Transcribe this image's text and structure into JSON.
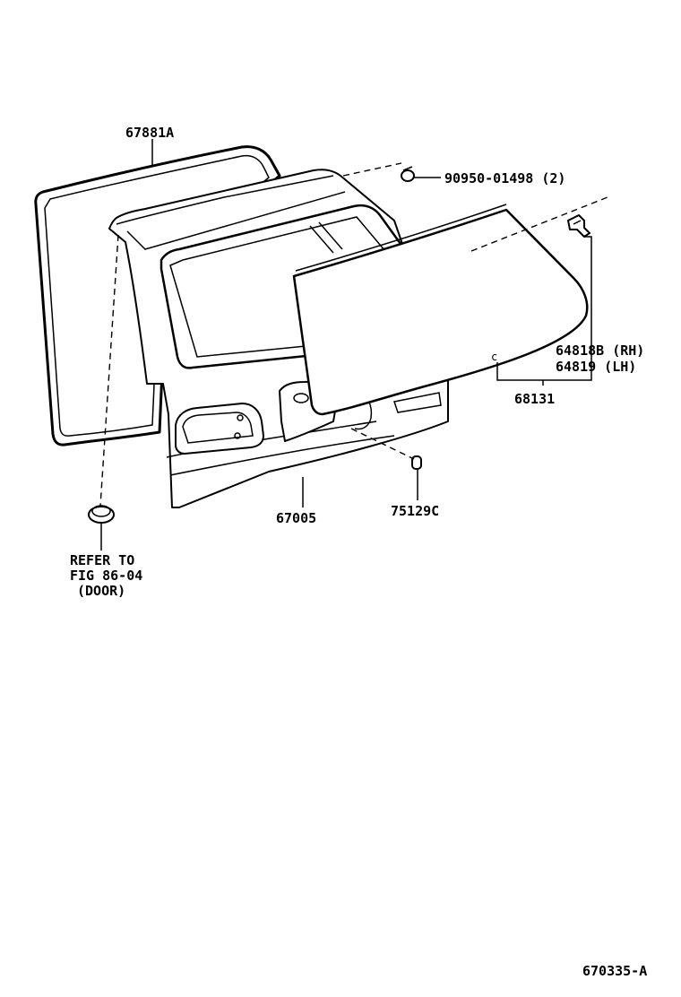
{
  "labels": {
    "weatherstrip": "67881A",
    "clip_part": "90950-01498 (2)",
    "stopper_rh": "64818B (RH)",
    "stopper_lh": "64819  (LH)",
    "glass": "68131",
    "panel": "67005",
    "cushion": "75129C",
    "refer_line1": "REFER TO",
    "refer_line2": "FIG 86-04",
    "refer_line3": "(DOOR)",
    "figure_code": "670335-A"
  }
}
